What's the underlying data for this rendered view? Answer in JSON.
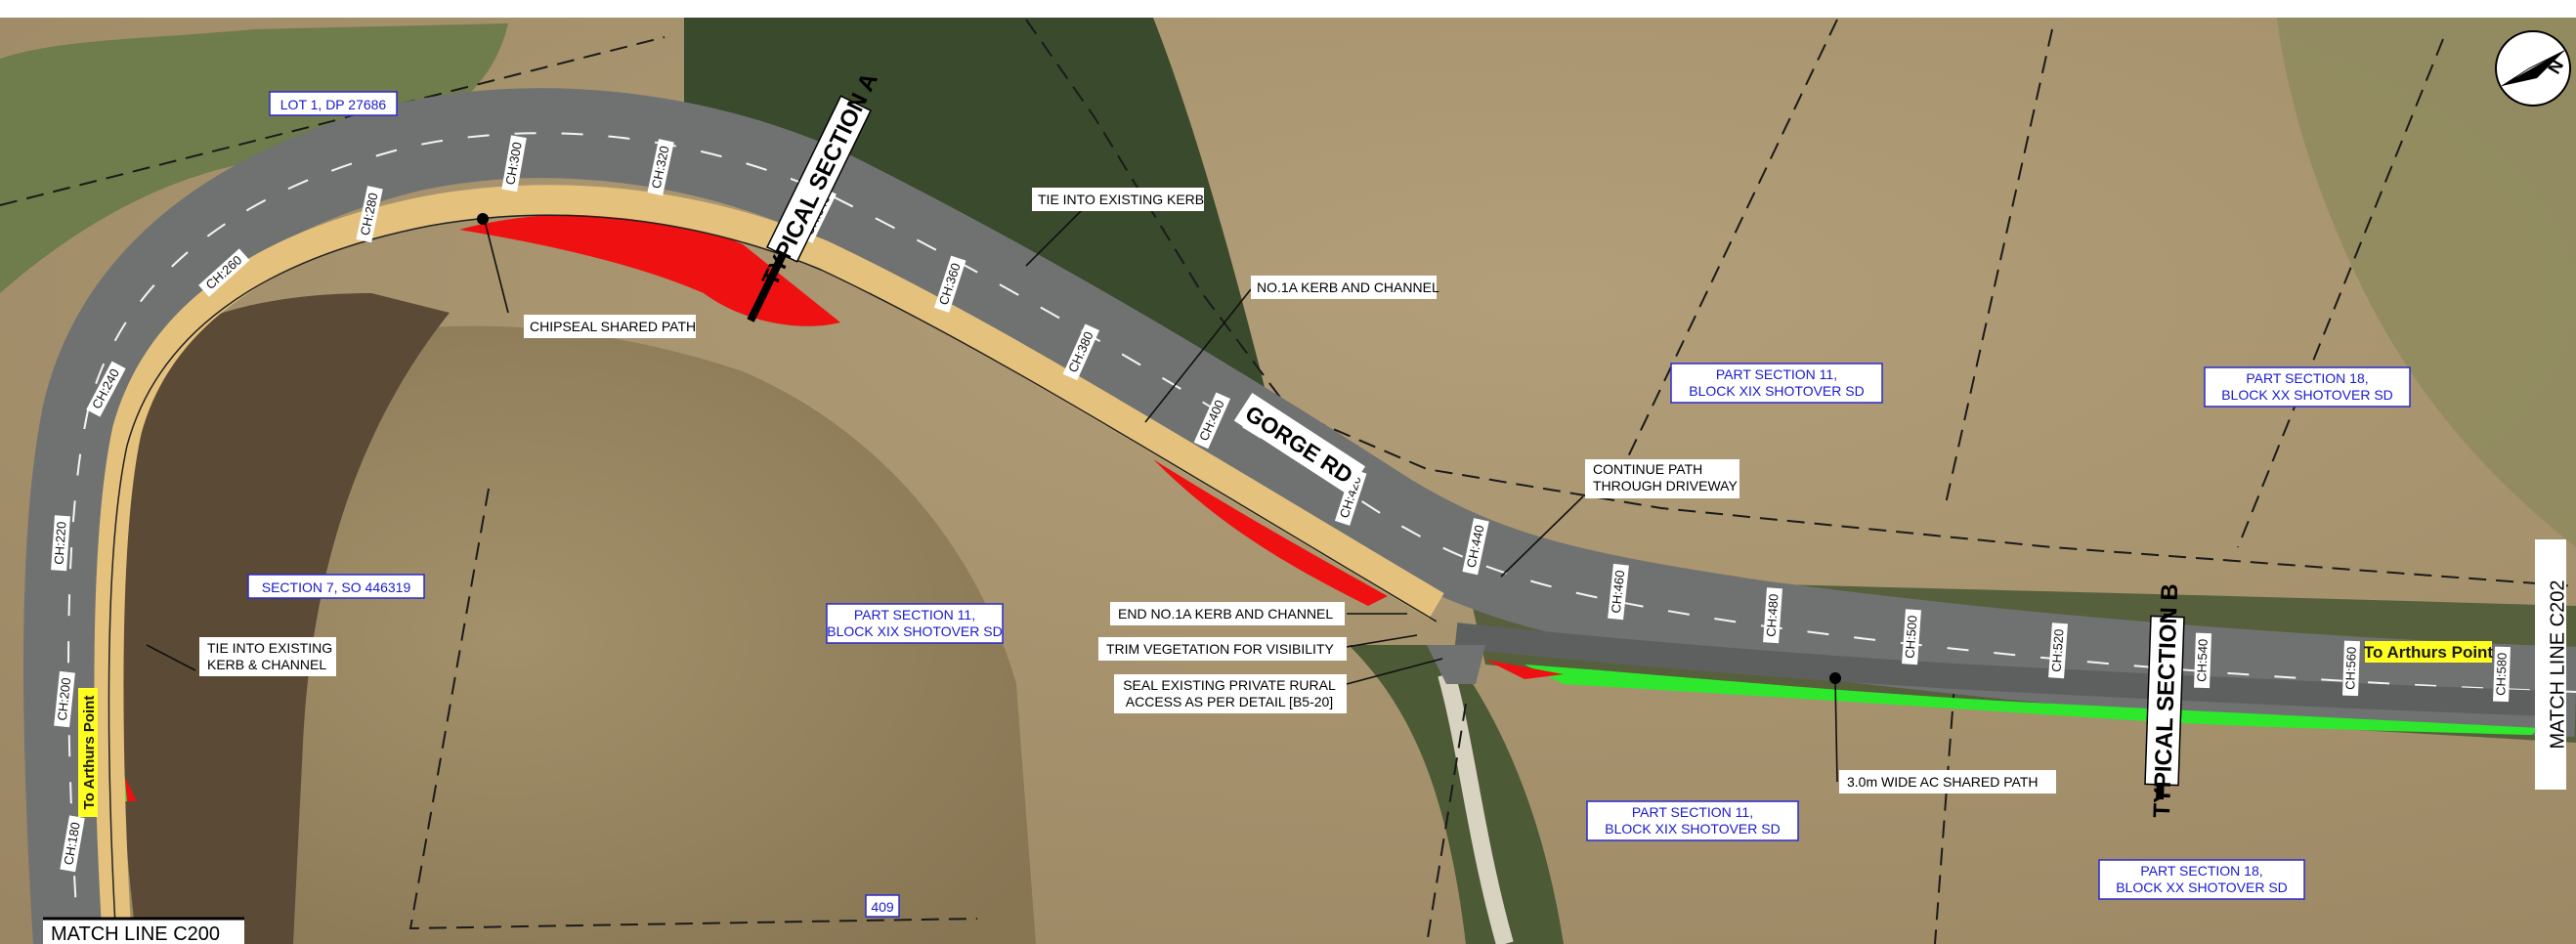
{
  "road_name": "GORGE RD",
  "typical_sections": [
    "TYPICAL SECTION A",
    "TYPICAL SECTION B"
  ],
  "match_lines": {
    "bottom_left": "MATCH LINE C200",
    "right": "MATCH LINE C202"
  },
  "destination_signs": {
    "top": "To Arthurs Point",
    "left": "To Arthurs Point"
  },
  "legal_parcels": [
    {
      "line1": "LOT 1, DP 27686",
      "line2": ""
    },
    {
      "line1": "SECTION 7, SO 446319",
      "line2": ""
    },
    {
      "line1": "PART SECTION 11,",
      "line2": "BLOCK XIX SHOTOVER SD"
    },
    {
      "line1": "PART SECTION 11,",
      "line2": "BLOCK XIX SHOTOVER SD"
    },
    {
      "line1": "PART SECTION 11,",
      "line2": "BLOCK XIX SHOTOVER SD"
    },
    {
      "line1": "PART SECTION 18,",
      "line2": "BLOCK XX SHOTOVER SD"
    },
    {
      "line1": "PART SECTION 18,",
      "line2": "BLOCK XX SHOTOVER SD"
    }
  ],
  "route_number": "409",
  "callouts": [
    {
      "lines": [
        "TIE INTO EXISTING KERB"
      ]
    },
    {
      "lines": [
        "NO.1A KERB AND CHANNEL"
      ]
    },
    {
      "lines": [
        "CHIPSEAL SHARED PATH"
      ]
    },
    {
      "lines": [
        "CONTINUE PATH",
        "THROUGH DRIVEWAY"
      ]
    },
    {
      "lines": [
        "TIE INTO EXISTING",
        "KERB & CHANNEL"
      ]
    },
    {
      "lines": [
        "END NO.1A KERB AND CHANNEL"
      ]
    },
    {
      "lines": [
        "TRIM VEGETATION FOR VISIBILITY"
      ]
    },
    {
      "lines": [
        "SEAL EXISTING PRIVATE RURAL",
        "ACCESS AS PER DETAIL [B5-20]"
      ]
    },
    {
      "lines": [
        "3.0m WIDE AC SHARED  PATH"
      ]
    }
  ],
  "chainages": [
    "CH:180",
    "CH:200",
    "CH:220",
    "CH:240",
    "CH:260",
    "CH:280",
    "CH:300",
    "CH:320",
    "CH:340",
    "CH:360",
    "CH:380",
    "CH:400",
    "CH:420",
    "CH:440",
    "CH:460",
    "CH:480",
    "CH:500",
    "CH:520",
    "CH:540",
    "CH:560",
    "CH:580"
  ],
  "north_arrow": "N",
  "colors": {
    "paddock": "#a89470",
    "paddock_dark": "#8e7c58",
    "vegetation": "#3c4a30",
    "asphalt": "#6e7070",
    "shared_path_chipseal": "#e4c27e",
    "cut_fill_red": "#f01010",
    "grass_green": "#2ee82e",
    "label_text_blue": "#1a1acc",
    "label_border_blue": "#2a2acc"
  }
}
